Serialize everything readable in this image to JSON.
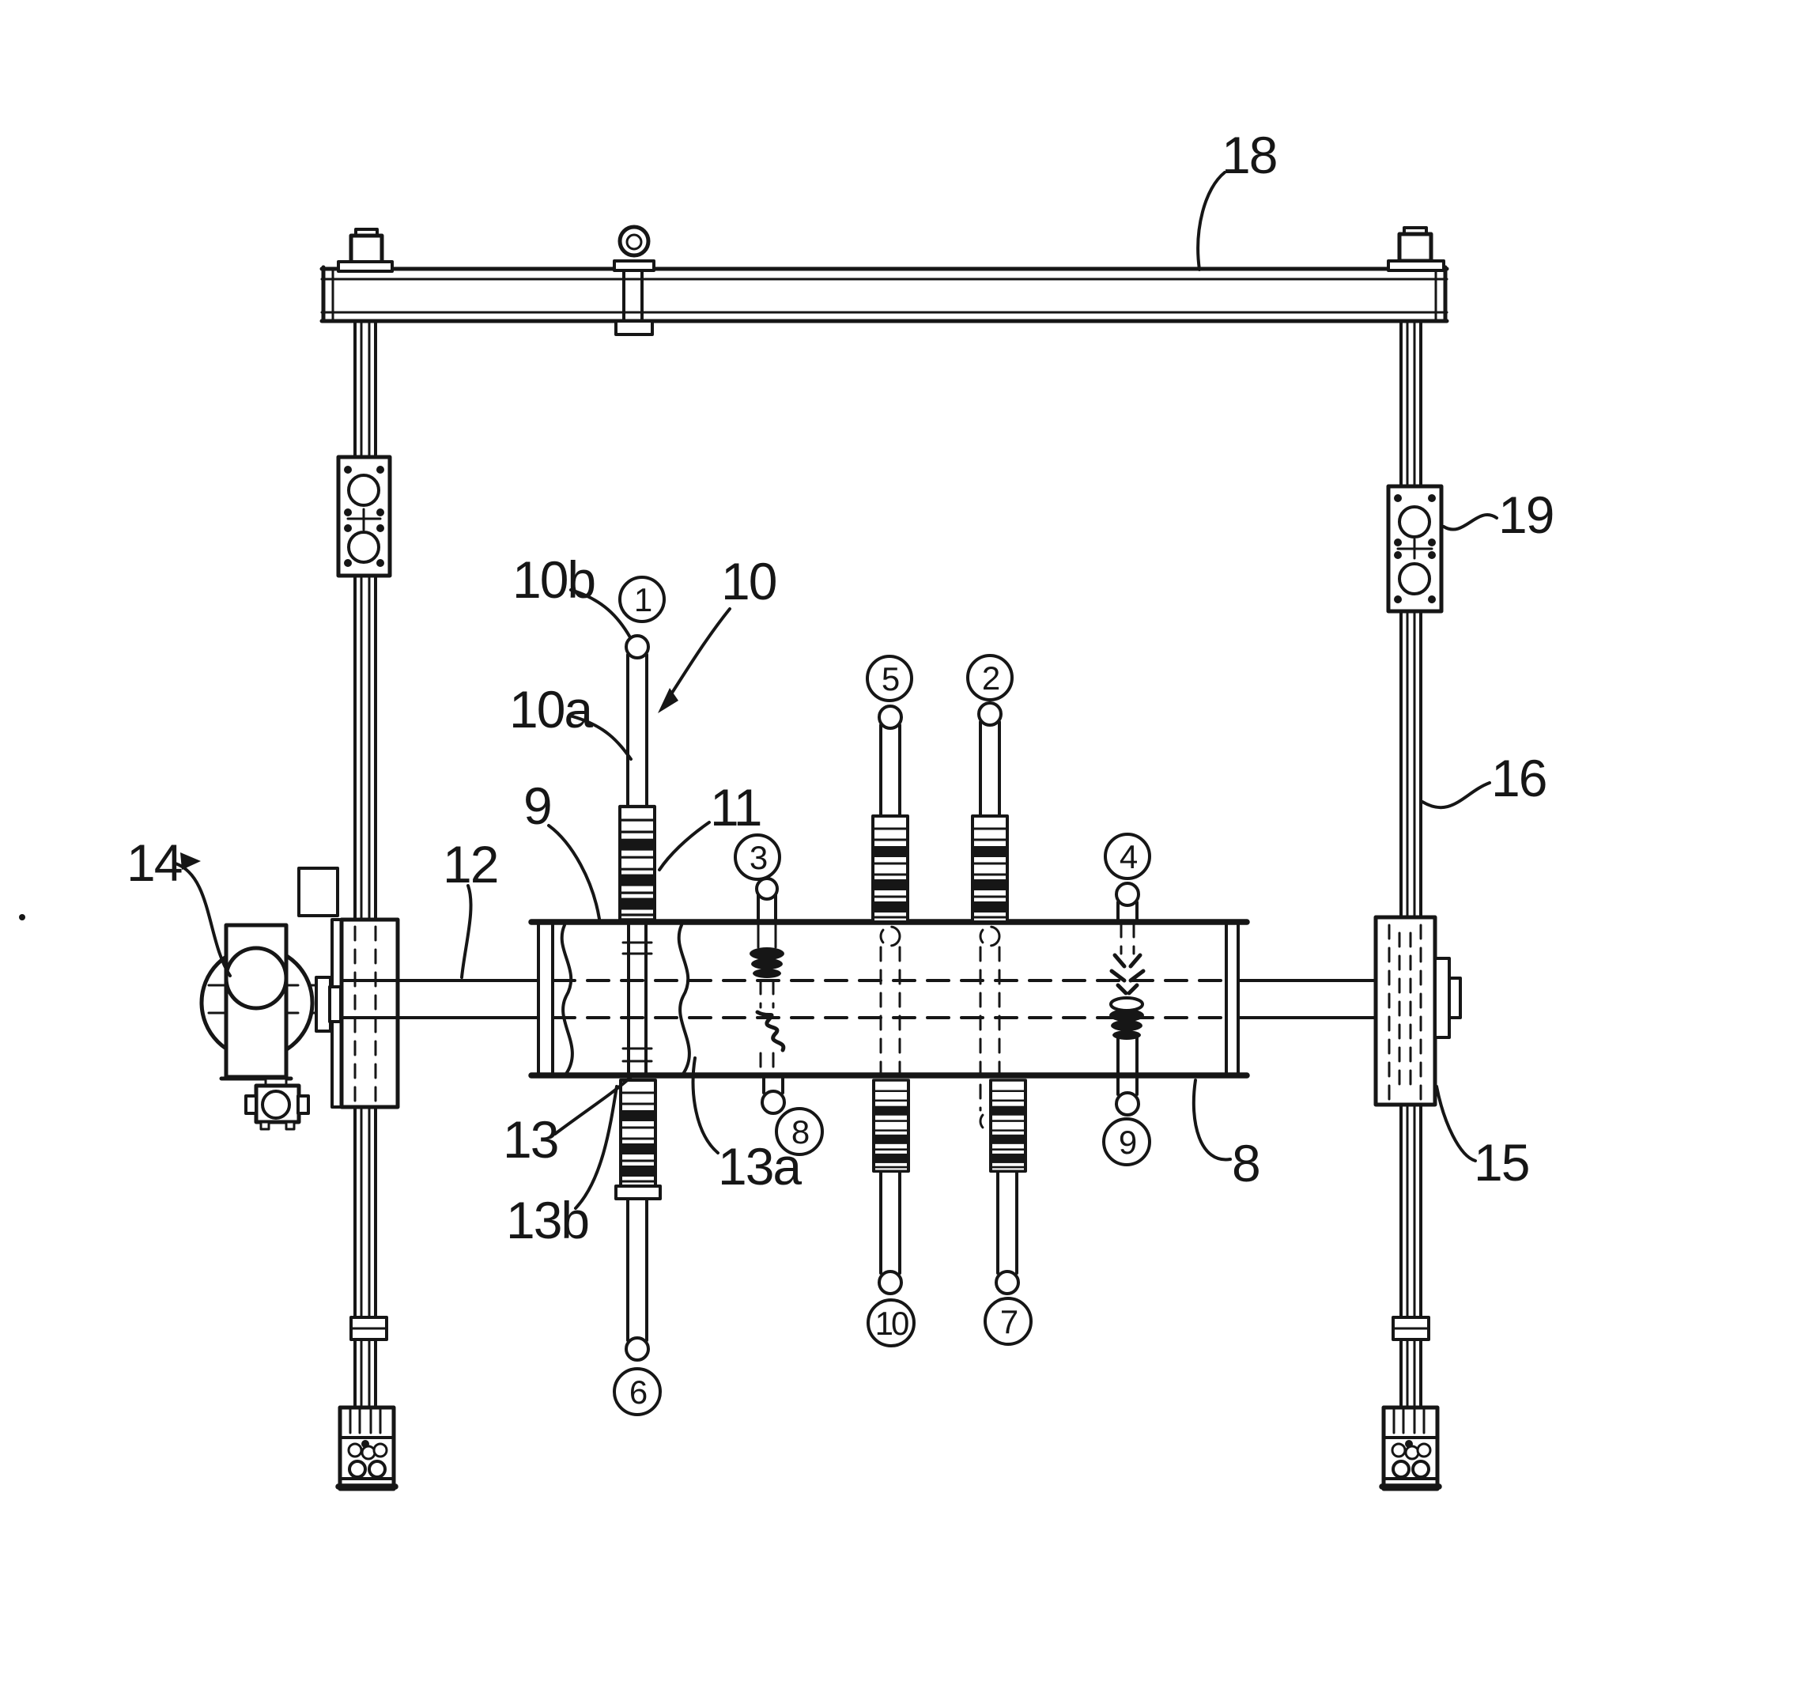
{
  "figure": {
    "kind": "patent-line-drawing",
    "background_color": "#ffffff",
    "ink_color": "#161616"
  },
  "labels": {
    "ref_18": "18",
    "ref_19": "19",
    "ref_16": "16",
    "ref_15": "15",
    "ref_14": "14",
    "ref_12": "12",
    "ref_10b": "10b",
    "ref_10a": "10a",
    "ref_10": "10",
    "ref_9": "9",
    "ref_11": "11",
    "ref_13": "13",
    "ref_13a": "13a",
    "ref_13b": "13b",
    "ref_8": "8"
  },
  "circled_labels": {
    "c1": "1",
    "c2": "2",
    "c3": "3",
    "c4": "4",
    "c5": "5",
    "c6": "6",
    "c7": "7",
    "c8": "8",
    "c9": "9",
    "c10": "10"
  }
}
